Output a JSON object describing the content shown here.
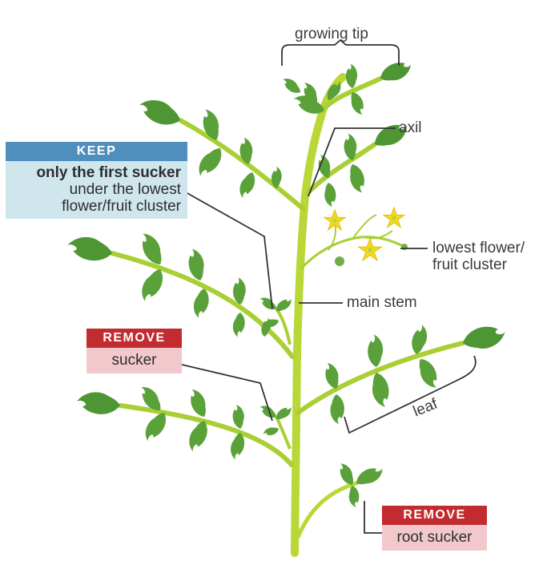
{
  "labels": {
    "growing_tip": "growing tip",
    "axil": "axil",
    "lowest_flower_line1": "lowest flower/",
    "lowest_flower_line2": "fruit cluster",
    "main_stem": "main stem",
    "leaf": "leaf"
  },
  "keep_box": {
    "header": "KEEP",
    "line1": "only the first sucker",
    "line2": "under the lowest",
    "line3": "flower/fruit cluster"
  },
  "remove_sucker_box": {
    "header": "REMOVE",
    "body": "sucker"
  },
  "remove_root_box": {
    "header": "REMOVE",
    "body": "root sucker"
  },
  "colors": {
    "stem": "#b9d736",
    "leaf": "#5aa13a",
    "leaf_dark": "#3f7f28",
    "flower": "#f3d81e",
    "keep_header": "#4f8fbe",
    "keep_body": "#cfe6ec",
    "remove_header": "#c22b2f",
    "remove_body": "#f1c9cc",
    "text": "#3a3a3a"
  }
}
